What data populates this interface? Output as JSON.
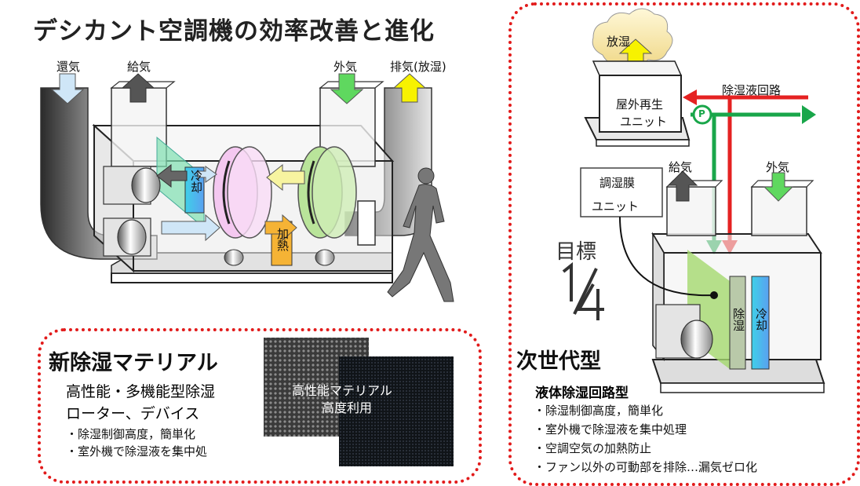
{
  "title": "デシカント空調機の効率改善と進化",
  "left_unit": {
    "arrows": {
      "return_air": "還気",
      "supply_air": "給気",
      "outside_air": "外気",
      "exhaust": "排気(放湿)"
    },
    "cooling": "冷却",
    "heating": "加熱"
  },
  "material_section": {
    "heading": "新除湿マテリアル",
    "subheading_1": "高性能・多機能型除湿",
    "subheading_2": "ローター、デバイス",
    "bullets": [
      "・除湿制御高度，簡単化",
      "・室外機で除湿液を集中処"
    ],
    "photo_caption_1": "高性能マテリアル",
    "photo_caption_2": "高度利用"
  },
  "next_gen": {
    "release": "放湿",
    "outdoor_unit_1": "屋外再生",
    "outdoor_unit_2": "ユニット",
    "circuit_label": "除湿液回路",
    "pump": "P",
    "membrane_1": "調湿膜",
    "membrane_2": "ユニット",
    "supply_air": "給気",
    "outside_air": "外気",
    "target": "目標",
    "target_value": "1/4",
    "dehumid": "除湿",
    "cooling": "冷却",
    "heading": "次世代型",
    "subheading": "液体除湿回路型",
    "bullets": [
      "・除湿制御高度，簡単化",
      "・室外機で除湿液を集中処理",
      "・空調空気の加熱防止",
      "・ファン以外の可動部を排除…漏気ゼロ化"
    ]
  },
  "colors": {
    "frame_red": "#e21b1b",
    "arrow_red": "#e52222",
    "arrow_green": "#19a64a",
    "arrow_yellow": "#f7f200",
    "arrow_lightblue": "#cfe6f7",
    "arrow_lightgreen": "#5fd85f",
    "dehumid_green": "#a4d86e",
    "cool_cyan": "#4fd3e6"
  }
}
